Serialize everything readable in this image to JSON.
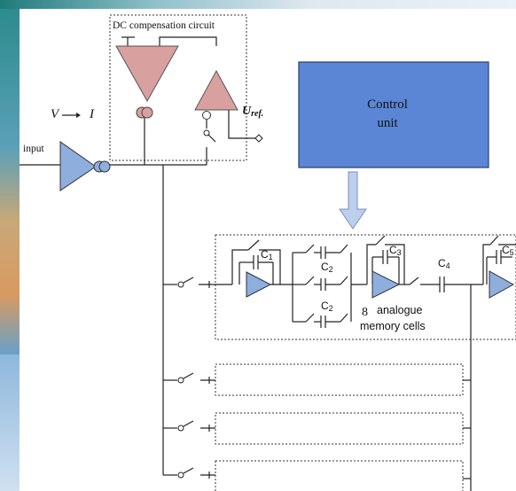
{
  "dc_compensation_label": "DC compensation circuit",
  "input_label": "input",
  "vi_label_v": "V",
  "vi_label_i": "I",
  "uref_label_main": "U",
  "uref_label_sub": "ref.",
  "control_unit_line1": "Control",
  "control_unit_line2": "unit",
  "cap_c1": "C",
  "cap_c1_sub": "1",
  "cap_c2_top": "C",
  "cap_c2_top_sub": "2",
  "cap_c2_bottom": "C",
  "cap_c2_bottom_sub": "2",
  "cap_c3": "C",
  "cap_c3_sub": "3",
  "cap_c4": "C",
  "cap_c4_sub": "4",
  "cap_c5": "C",
  "cap_c5_sub": "5",
  "memory_count": "8",
  "memory_line1": "analogue",
  "memory_line2": "memory cells",
  "colors": {
    "triangle_pink": "#d9a0a0",
    "triangle_blue": "#8eaede",
    "control_fill": "#5b86d6",
    "arrow_fill": "#bcd0ee"
  }
}
